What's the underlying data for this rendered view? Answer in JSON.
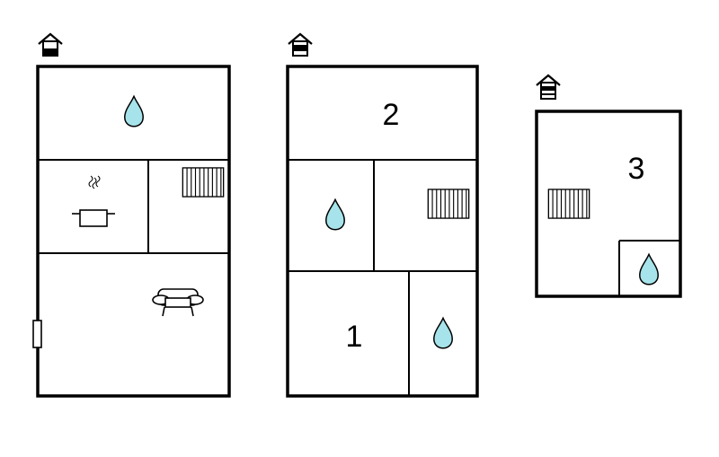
{
  "floors": [
    {
      "id": "ground-floor",
      "level_icon": "house-floor-0-icon",
      "rooms": [
        {
          "id": "bathroom",
          "icon": "water-drop-icon"
        },
        {
          "id": "kitchen",
          "icon": "cooking-pot-icon"
        },
        {
          "id": "room-with-radiator",
          "icon": "radiator-icon"
        },
        {
          "id": "living-room",
          "icon": "sofa-icon"
        }
      ],
      "features": [
        {
          "id": "entrance-door",
          "icon": "door-icon"
        }
      ]
    },
    {
      "id": "first-floor",
      "level_icon": "house-floor-1-icon",
      "rooms": [
        {
          "id": "bedroom-2",
          "label": "2"
        },
        {
          "id": "bathroom-a",
          "icon": "water-drop-icon"
        },
        {
          "id": "room-with-radiator",
          "icon": "radiator-icon"
        },
        {
          "id": "bedroom-1",
          "label": "1"
        },
        {
          "id": "bathroom-b",
          "icon": "water-drop-icon"
        }
      ]
    },
    {
      "id": "second-floor",
      "level_icon": "house-floor-2-icon",
      "rooms": [
        {
          "id": "bedroom-3",
          "label": "3",
          "icon": "radiator-icon"
        },
        {
          "id": "bathroom",
          "icon": "water-drop-icon"
        }
      ]
    }
  ],
  "colors": {
    "wall": "#000000",
    "water": "#a6e3ea",
    "background": "#ffffff"
  }
}
